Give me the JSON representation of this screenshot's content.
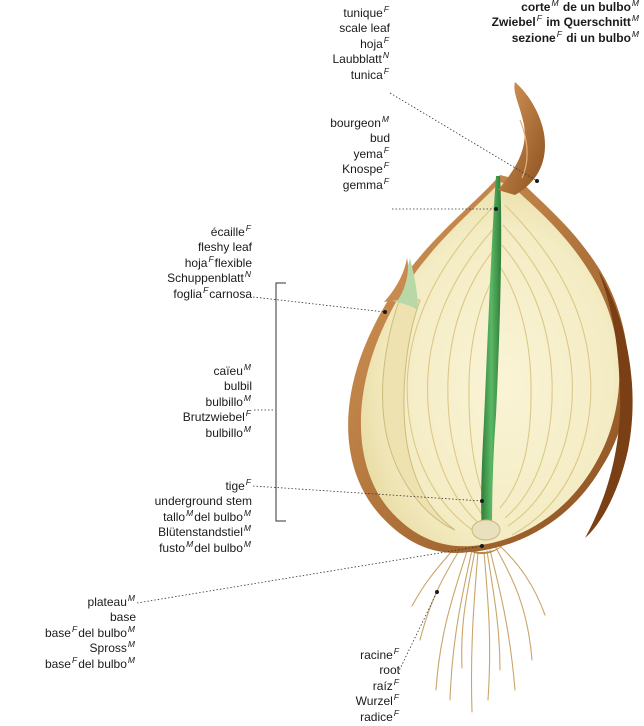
{
  "diagram": {
    "title_lines": [
      [
        {
          "t": "corte"
        },
        {
          "g": "M"
        },
        {
          "t": " de un bulbo"
        },
        {
          "g": "M"
        }
      ],
      [
        {
          "t": "Zwiebel"
        },
        {
          "g": "F"
        },
        {
          "t": " im Querschnitt"
        },
        {
          "g": "M"
        }
      ],
      [
        {
          "t": "sezione"
        },
        {
          "g": "F"
        },
        {
          "t": " di un bulbo"
        },
        {
          "g": "M"
        }
      ]
    ],
    "labels": {
      "tunic": [
        [
          {
            "t": "tunique"
          },
          {
            "g": "F"
          }
        ],
        [
          {
            "t": "scale leaf"
          }
        ],
        [
          {
            "t": "hoja"
          },
          {
            "g": "F"
          }
        ],
        [
          {
            "t": "Laubblatt"
          },
          {
            "g": "N"
          }
        ],
        [
          {
            "t": "tunica"
          },
          {
            "g": "F"
          }
        ]
      ],
      "bud": [
        [
          {
            "t": "bourgeon"
          },
          {
            "g": "M"
          }
        ],
        [
          {
            "t": "bud"
          }
        ],
        [
          {
            "t": "yema"
          },
          {
            "g": "F"
          }
        ],
        [
          {
            "t": "Knospe"
          },
          {
            "g": "F"
          }
        ],
        [
          {
            "t": "gemma"
          },
          {
            "g": "F"
          }
        ]
      ],
      "fleshy_leaf": [
        [
          {
            "t": "écaille"
          },
          {
            "g": "F"
          }
        ],
        [
          {
            "t": "fleshy leaf"
          }
        ],
        [
          {
            "t": "hoja"
          },
          {
            "g": "F"
          },
          {
            "t": "flexible"
          }
        ],
        [
          {
            "t": "Schuppenblatt"
          },
          {
            "g": "N"
          }
        ],
        [
          {
            "t": "foglia"
          },
          {
            "g": "F"
          },
          {
            "t": "carnosa"
          }
        ]
      ],
      "bulbil": [
        [
          {
            "t": "caïeu"
          },
          {
            "g": "M"
          }
        ],
        [
          {
            "t": "bulbil"
          }
        ],
        [
          {
            "t": "bulbillo"
          },
          {
            "g": "M"
          }
        ],
        [
          {
            "t": "Brutzwiebel"
          },
          {
            "g": "F"
          }
        ],
        [
          {
            "t": "bulbillo"
          },
          {
            "g": "M"
          }
        ]
      ],
      "stem": [
        [
          {
            "t": "tige"
          },
          {
            "g": "F"
          }
        ],
        [
          {
            "t": "underground stem"
          }
        ],
        [
          {
            "t": "tallo"
          },
          {
            "g": "M"
          },
          {
            "t": "del bulbo"
          },
          {
            "g": "M"
          }
        ],
        [
          {
            "t": "Blütenstandstiel"
          },
          {
            "g": "M"
          }
        ],
        [
          {
            "t": "fusto"
          },
          {
            "g": "M"
          },
          {
            "t": "del bulbo"
          },
          {
            "g": "M"
          }
        ]
      ],
      "plate": [
        [
          {
            "t": "plateau"
          },
          {
            "g": "M"
          }
        ],
        [
          {
            "t": "base"
          }
        ],
        [
          {
            "t": "base"
          },
          {
            "g": "F"
          },
          {
            "t": "del bulbo"
          },
          {
            "g": "M"
          }
        ],
        [
          {
            "t": "Spross"
          },
          {
            "g": "M"
          }
        ],
        [
          {
            "t": "base"
          },
          {
            "g": "F"
          },
          {
            "t": "del bulbo"
          },
          {
            "g": "M"
          }
        ]
      ],
      "root": [
        [
          {
            "t": "racine"
          },
          {
            "g": "F"
          }
        ],
        [
          {
            "t": "root"
          }
        ],
        [
          {
            "t": "raíz"
          },
          {
            "g": "F"
          }
        ],
        [
          {
            "t": "Wurzel"
          },
          {
            "g": "F"
          }
        ],
        [
          {
            "t": "radice"
          },
          {
            "g": "F"
          }
        ]
      ]
    },
    "colors": {
      "tunic_brown": "#a0612a",
      "tunic_light": "#d89a5a",
      "flesh": "#f4ecc4",
      "flesh_ring": "#e6d79a",
      "bud_green": "#3f9a4c",
      "leader_line": "#333333"
    }
  }
}
